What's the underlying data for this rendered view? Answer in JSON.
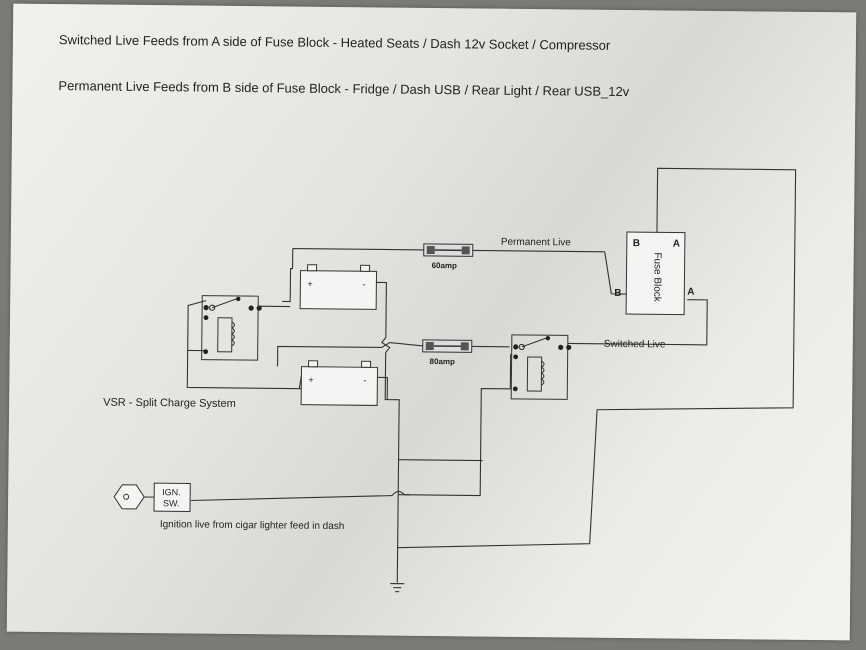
{
  "headings": {
    "switched": "Switched Live Feeds from A side of Fuse Block - Heated Seats / Dash 12v Socket / Compressor",
    "permanent": "Permanent Live Feeds from B side of Fuse Block - Fridge / Dash USB / Rear Light / Rear USB_12v"
  },
  "fuses": {
    "top": "60amp",
    "bottom": "80amp"
  },
  "wires": {
    "permanent": "Permanent Live",
    "switched": "Switched Live"
  },
  "fuse_block": {
    "title": "Fuse Block",
    "side_b": "B",
    "side_a": "A"
  },
  "batteries": {
    "plus": "+",
    "minus": "-"
  },
  "vsr_label": "VSR - Split Charge System",
  "ignition": {
    "line1": "IGN.",
    "line2": "SW.",
    "caption": "Ignition live from cigar lighter feed in dash"
  }
}
